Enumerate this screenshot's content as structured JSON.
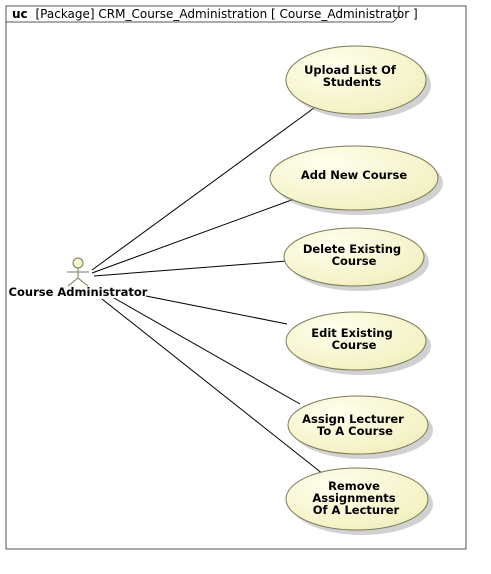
{
  "frame": {
    "kind": "uc",
    "label": "[Package]  CRM_Course_Administration [  Course_Administrator  ]"
  },
  "actor": {
    "name": "Course Administrator"
  },
  "use_cases": [
    {
      "id": "upload-list-of-students",
      "lines": [
        "Upload List Of",
        "Students"
      ]
    },
    {
      "id": "add-new-course",
      "lines": [
        "Add New Course"
      ]
    },
    {
      "id": "delete-existing-course",
      "lines": [
        "Delete Existing",
        "Course"
      ]
    },
    {
      "id": "edit-existing-course",
      "lines": [
        "Edit Existing",
        "Course"
      ]
    },
    {
      "id": "assign-lecturer-to-a-course",
      "lines": [
        "Assign Lecturer",
        "To A Course"
      ]
    },
    {
      "id": "remove-assignments-of-a-lecturer",
      "lines": [
        "Remove",
        "Assignments",
        "Of A Lecturer"
      ]
    }
  ],
  "colors": {
    "usecase_fill_light": "#ffffee",
    "usecase_fill_dark": "#f2f0c0",
    "usecase_stroke": "#7a7a55",
    "actor_fill": "#f6f4cf",
    "line": "#000000"
  }
}
